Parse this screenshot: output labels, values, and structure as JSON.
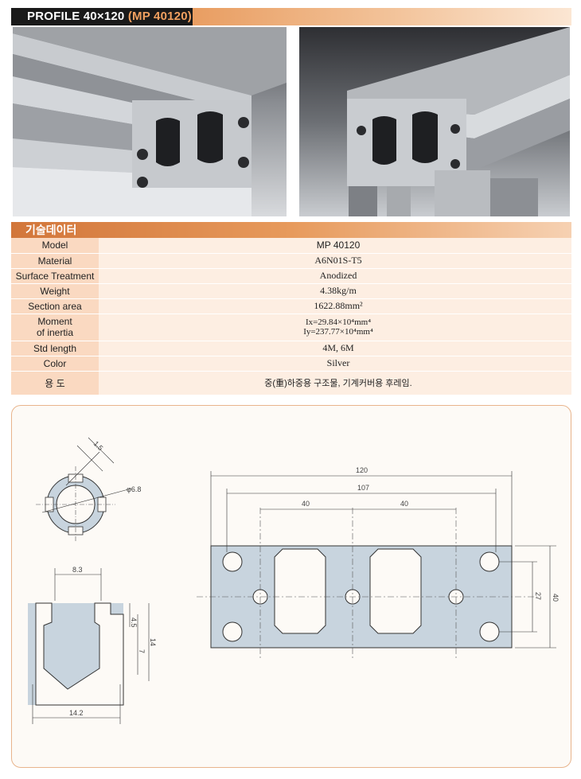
{
  "header": {
    "title_prefix": "PROFILE 40",
    "title_times": "×",
    "title_suffix": "120",
    "title_model": "(MP 40120)",
    "accent_color": "#e0874a"
  },
  "spec": {
    "section_title": "기술데이터",
    "rows": [
      {
        "label": "Model",
        "value": "MP 40120"
      },
      {
        "label": "Material",
        "value": "A6N01S-T5"
      },
      {
        "label": "Surface Treatment",
        "value": "Anodized"
      },
      {
        "label": "Weight",
        "value": "4.38kg/m"
      },
      {
        "label": "Section area",
        "value": "1622.88mm²"
      },
      {
        "label": "Moment",
        "label2": "of inertia",
        "value": "Ix=29.84×10⁴mm⁴",
        "value2": "Iy=237.77×10⁴mm⁴"
      },
      {
        "label": "Std length",
        "value": "4M, 6M"
      },
      {
        "label": "Color",
        "value": "Silver"
      },
      {
        "label": "용 도",
        "value": "중(重)하중용 구조물, 기계커버용 후레임."
      }
    ]
  },
  "drawing": {
    "hole_dims": {
      "width": "1.5",
      "diameter": "φ6.8"
    },
    "slot_dims": {
      "top": "8.3",
      "d1": "4.5",
      "d2": "7",
      "d3": "14",
      "bottom": "14.2"
    },
    "profile_dims": {
      "overall": "120",
      "inner": "107",
      "pitch1": "40",
      "pitch2": "40",
      "height": "40",
      "inner_height": "27"
    }
  }
}
